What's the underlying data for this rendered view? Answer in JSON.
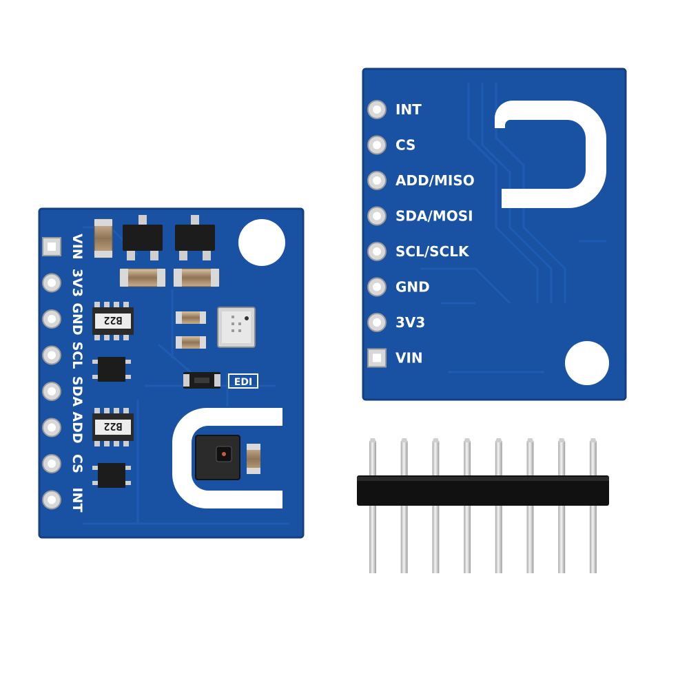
{
  "colors": {
    "background": "#ffffff",
    "pcb": "#1a52a3",
    "pcb_edge": "#143f80",
    "trace": "#1e5cb4",
    "silkscreen": "#ffffff",
    "pad": "#c9c9c9",
    "header_plastic": "#111111",
    "header_pin": "#e3e3e3"
  },
  "front_board": {
    "pin_labels": [
      "VIN",
      "3V3",
      "GND",
      "SCL",
      "SDA",
      "ADD",
      "CS",
      "INT"
    ],
    "chip_marks": [
      "B22",
      "B22"
    ],
    "component_mark": "EDI"
  },
  "back_board": {
    "pin_labels": [
      "INT",
      "CS",
      "ADD/MISO",
      "SDA/MOSI",
      "SCL/SCLK",
      "GND",
      "3V3",
      "VIN"
    ]
  },
  "pin_header": {
    "pin_count": 8
  }
}
